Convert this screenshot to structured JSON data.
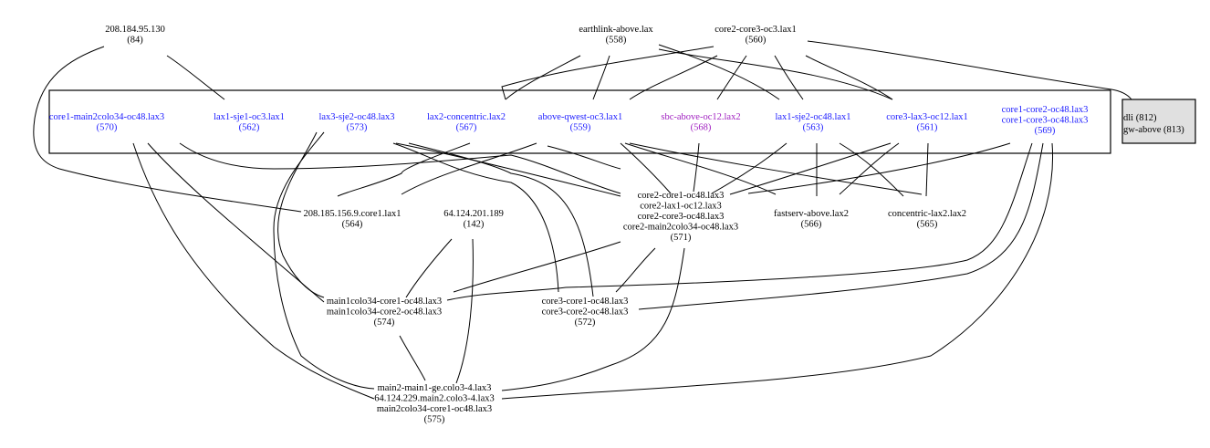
{
  "colors": {
    "internal_node": "#1a1aff",
    "highlight_node": "#a020c0",
    "external_node": "#000000",
    "external_box_fill": "#e0e0e0"
  },
  "nodes": [
    {
      "id": "84",
      "names": [
        "208.184.95.130"
      ],
      "num": "(84)",
      "color": "black"
    },
    {
      "id": "558",
      "names": [
        "earthlink-above.lax"
      ],
      "num": "(558)",
      "color": "black"
    },
    {
      "id": "560",
      "names": [
        "core2-core3-oc3.lax1"
      ],
      "num": "(560)",
      "color": "black"
    },
    {
      "id": "570",
      "names": [
        "core1-main2colo34-oc48.lax3"
      ],
      "num": "(570)",
      "color": "blue"
    },
    {
      "id": "562",
      "names": [
        "lax1-sje1-oc3.lax1"
      ],
      "num": "(562)",
      "color": "blue"
    },
    {
      "id": "573",
      "names": [
        "lax3-sje2-oc48.lax3"
      ],
      "num": "(573)",
      "color": "blue"
    },
    {
      "id": "567",
      "names": [
        "lax2-concentric.lax2"
      ],
      "num": "(567)",
      "color": "blue"
    },
    {
      "id": "559",
      "names": [
        "above-qwest-oc3.lax1"
      ],
      "num": "(559)",
      "color": "blue"
    },
    {
      "id": "568",
      "names": [
        "sbc-above-oc12.lax2"
      ],
      "num": "(568)",
      "color": "purple"
    },
    {
      "id": "563",
      "names": [
        "lax1-sje2-oc48.lax1"
      ],
      "num": "(563)",
      "color": "blue"
    },
    {
      "id": "561",
      "names": [
        "core3-lax3-oc12.lax1"
      ],
      "num": "(561)",
      "color": "blue"
    },
    {
      "id": "569",
      "names": [
        "core1-core2-oc48.lax3",
        "core1-core3-oc48.lax3"
      ],
      "num": "(569)",
      "color": "blue"
    },
    {
      "id": "564",
      "names": [
        "208.185.156.9.core1.lax1"
      ],
      "num": "(564)",
      "color": "black"
    },
    {
      "id": "142",
      "names": [
        "64.124.201.189"
      ],
      "num": "(142)",
      "color": "black"
    },
    {
      "id": "571",
      "names": [
        "core2-core1-oc48.lax3",
        "core2-lax1-oc12.lax3",
        "core2-core3-oc48.lax3",
        "core2-main2colo34-oc48.lax3"
      ],
      "num": "(571)",
      "color": "black"
    },
    {
      "id": "566",
      "names": [
        "fastserv-above.lax2"
      ],
      "num": "(566)",
      "color": "black"
    },
    {
      "id": "565",
      "names": [
        "concentric-lax2.lax2"
      ],
      "num": "(565)",
      "color": "black"
    },
    {
      "id": "574",
      "names": [
        "main1colo34-core1-oc48.lax3",
        "main1colo34-core2-oc48.lax3"
      ],
      "num": "(574)",
      "color": "black"
    },
    {
      "id": "572",
      "names": [
        "core3-core1-oc48.lax3",
        "core3-core2-oc48.lax3"
      ],
      "num": "(572)",
      "color": "black"
    },
    {
      "id": "575",
      "names": [
        "main2-main1-ge.colo3-4.lax3",
        "64.124.229.main2.colo3-4.lax3",
        "main2colo34-core1-oc48.lax3"
      ],
      "num": "(575)",
      "color": "black"
    }
  ],
  "external": {
    "lines": [
      "dli (812)",
      "gw-above (813)"
    ]
  },
  "edges": [
    [
      "84",
      "562"
    ],
    [
      "84",
      "564"
    ],
    [
      "558",
      "567"
    ],
    [
      "558",
      "559"
    ],
    [
      "558",
      "563"
    ],
    [
      "558",
      "561"
    ],
    [
      "560",
      "567"
    ],
    [
      "560",
      "559"
    ],
    [
      "560",
      "568"
    ],
    [
      "560",
      "563"
    ],
    [
      "560",
      "561"
    ],
    [
      "560",
      "external"
    ],
    [
      "570",
      "574"
    ],
    [
      "570",
      "575"
    ],
    [
      "570",
      "571"
    ],
    [
      "573",
      "574"
    ],
    [
      "573",
      "575"
    ],
    [
      "573",
      "572"
    ],
    [
      "573",
      "571"
    ],
    [
      "567",
      "564"
    ],
    [
      "567",
      "572"
    ],
    [
      "559",
      "571"
    ],
    [
      "559",
      "566"
    ],
    [
      "559",
      "565"
    ],
    [
      "559",
      "564"
    ],
    [
      "568",
      "571"
    ],
    [
      "563",
      "566"
    ],
    [
      "563",
      "565"
    ],
    [
      "563",
      "571"
    ],
    [
      "561",
      "566"
    ],
    [
      "561",
      "565"
    ],
    [
      "561",
      "571"
    ],
    [
      "569",
      "571"
    ],
    [
      "569",
      "574"
    ],
    [
      "569",
      "572"
    ],
    [
      "569",
      "575"
    ],
    [
      "142",
      "574"
    ],
    [
      "142",
      "575"
    ],
    [
      "571",
      "574"
    ],
    [
      "571",
      "572"
    ],
    [
      "571",
      "575"
    ],
    [
      "574",
      "575"
    ]
  ]
}
